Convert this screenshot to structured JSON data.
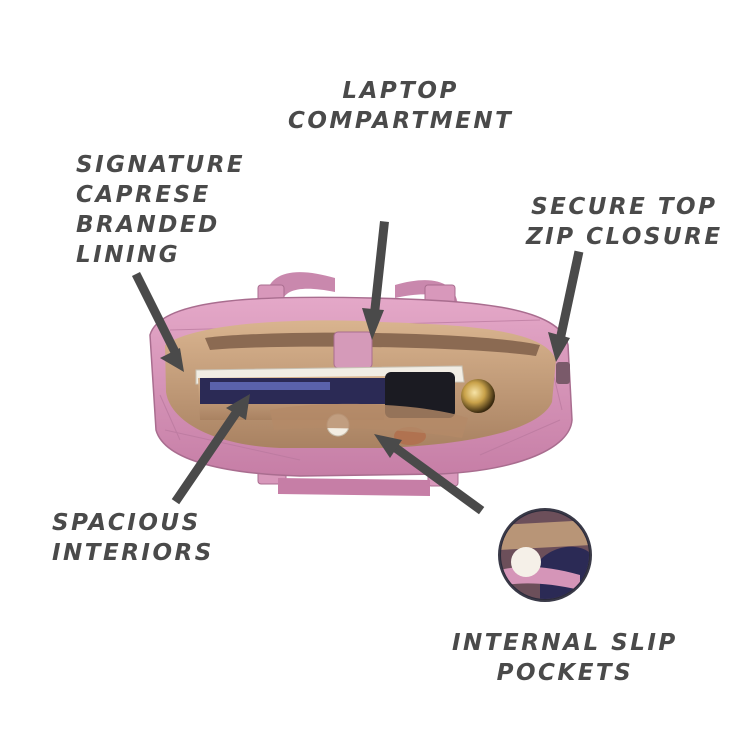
{
  "labels": {
    "laptop": [
      "LAPTOP",
      "COMPARTMENT"
    ],
    "lining": [
      "SIGNATURE",
      "CAPRESE",
      "BRANDED",
      "LINING"
    ],
    "zip": [
      "SECURE TOP",
      "ZIP CLOSURE"
    ],
    "interiors": [
      "SPACIOUS",
      "INTERIORS"
    ],
    "pockets": [
      "INTERNAL SLIP",
      "POCKETS"
    ]
  },
  "colors": {
    "text": "#4a4a4a",
    "arrow": "#4a4a4a",
    "bag": "#d692b8",
    "bag_dark": "#b06d94",
    "lining": "#c4a07e",
    "notebook": "#2b2a55"
  }
}
